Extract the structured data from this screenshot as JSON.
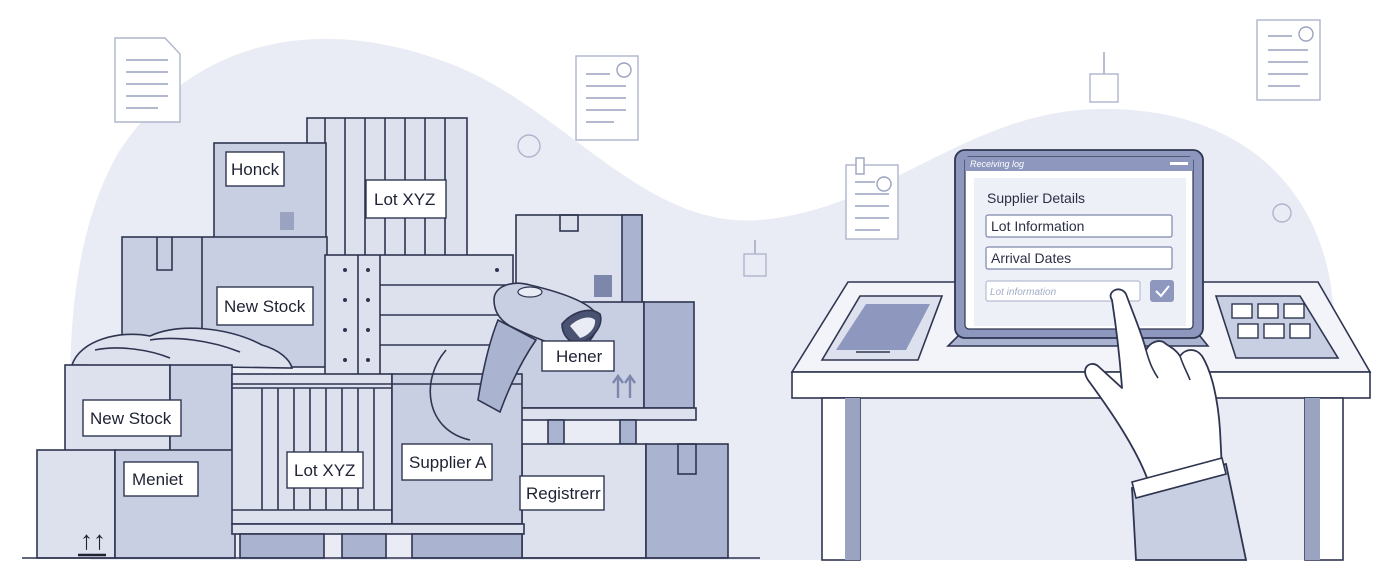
{
  "crates": {
    "tag_honck": "Honck",
    "tag_lot_top": "Lot XYZ",
    "tag_new_stock_1": "New Stock",
    "tag_new_stock_2": "New Stock",
    "tag_meniet": "Meniet",
    "tag_lot_bottom": "Lot XYZ",
    "tag_supplier": "Supplier A",
    "tag_registrerr": "Registrerr",
    "tag_hener": "Hener",
    "stack_arrows": "↑↑"
  },
  "monitor": {
    "title": "Receiving log",
    "heading": "Supplier Details",
    "field_lot": "Lot Information",
    "field_dates": "Arrival Dates",
    "field_placeholder": "Lot information",
    "confirm_icon": "check-icon"
  },
  "colors": {
    "blob": "#e9ecf5",
    "box": "#c9cfe3",
    "box_dark": "#aab3d0",
    "outline": "#2f3550",
    "screen": "#8e97bd"
  }
}
